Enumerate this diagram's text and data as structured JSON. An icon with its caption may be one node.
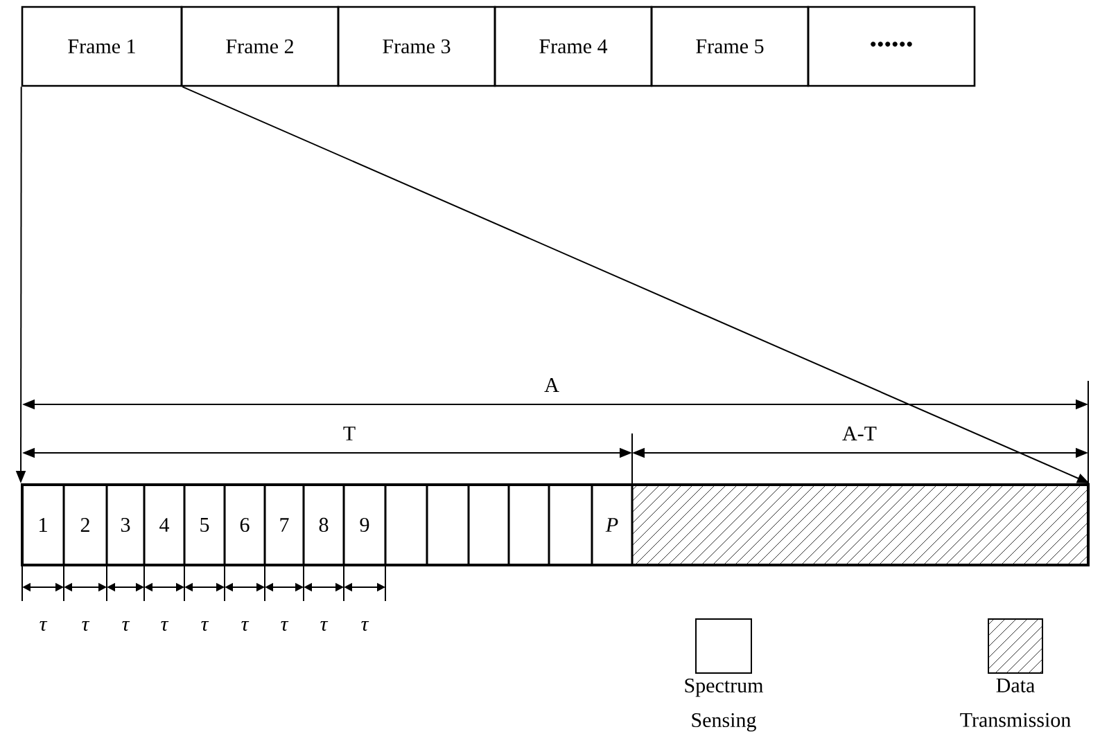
{
  "diagram": {
    "nodes": [
      {
        "text": [
          "Frame 1"
        ]
      },
      {
        "text": [
          "Frame 2"
        ]
      },
      {
        "text": [
          "Frame 3"
        ]
      },
      {
        "text": [
          "Frame 4"
        ]
      },
      {
        "text": [
          "Frame 5"
        ]
      },
      {
        "text": [
          "••••••"
        ]
      },
      {
        "text": [],
        "shape": "bar"
      },
      {
        "text": [
          "1"
        ],
        "in": 6
      },
      {
        "text": [
          "2"
        ],
        "in": 6
      },
      {
        "text": [
          "3"
        ],
        "in": 6
      },
      {
        "text": [
          "4"
        ],
        "in": 6
      },
      {
        "text": [
          "5"
        ],
        "in": 6
      },
      {
        "text": [
          "6"
        ],
        "in": 6
      },
      {
        "text": [
          "7"
        ],
        "in": 6
      },
      {
        "text": [
          "8"
        ],
        "in": 6
      },
      {
        "text": [
          "9"
        ],
        "in": 6
      },
      {
        "text": [],
        "shape": "box",
        "in": 6
      },
      {
        "text": [],
        "shape": "box",
        "in": 6
      },
      {
        "text": [],
        "shape": "box",
        "in": 6
      },
      {
        "text": [],
        "shape": "box",
        "in": 6
      },
      {
        "text": [],
        "shape": "box",
        "in": 6
      },
      {
        "text": [
          "P"
        ],
        "in": 6
      },
      {
        "text": [],
        "shape": "box",
        "in": 6
      }
    ],
    "edges": [
      {
        "from": 0,
        "to": 6,
        "arrow": "to"
      },
      {
        "from": 0,
        "to": 6,
        "arrow": "to"
      }
    ],
    "labels": [
      "A",
      "T",
      "A-T",
      "τ",
      "τ",
      "τ",
      "τ",
      "τ",
      "τ",
      "τ",
      "τ",
      "τ"
    ],
    "legend": [
      {
        "text": "Spectrum Sensing"
      },
      {
        "text": "Data Transmission"
      }
    ]
  }
}
